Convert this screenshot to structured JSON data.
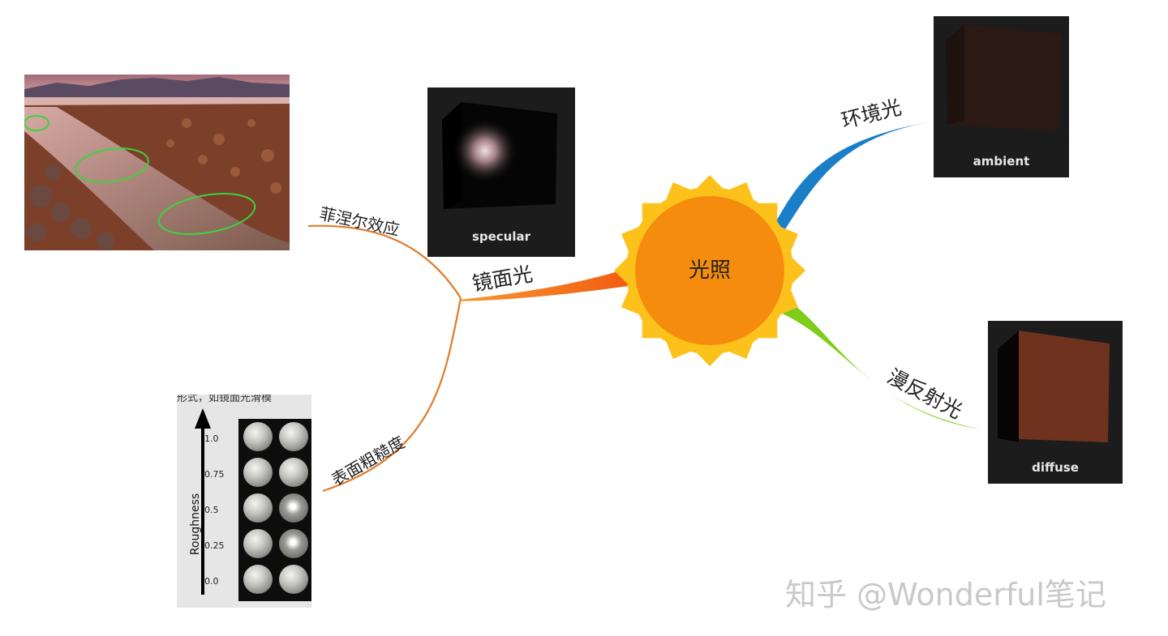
{
  "center": {
    "label": "光照"
  },
  "branches": {
    "specular": {
      "label": "镜面光",
      "color": "#f26a14"
    },
    "ambient": {
      "label": "环境光",
      "color": "#1a7fc8"
    },
    "diffuse": {
      "label": "漫反射光",
      "color": "#7fcc1a"
    },
    "fresnel": {
      "label": "菲涅尔效应"
    },
    "roughness": {
      "label": "表面粗糙度"
    }
  },
  "renders": {
    "specular": {
      "caption": "specular"
    },
    "ambient": {
      "caption": "ambient"
    },
    "diffuse": {
      "caption": "diffuse"
    }
  },
  "roughness_chart": {
    "top_text": "形式，如镜面光滑模",
    "axis_label": "Roughness",
    "ticks": [
      "1.0",
      "0.75",
      "0.5",
      "0.25",
      "0.0"
    ]
  },
  "colors": {
    "sun_outer": "#fcc21b",
    "sun_inner": "#f68c0d",
    "twig": "#e07a2a"
  },
  "watermark": "知乎 @Wonderful笔记"
}
